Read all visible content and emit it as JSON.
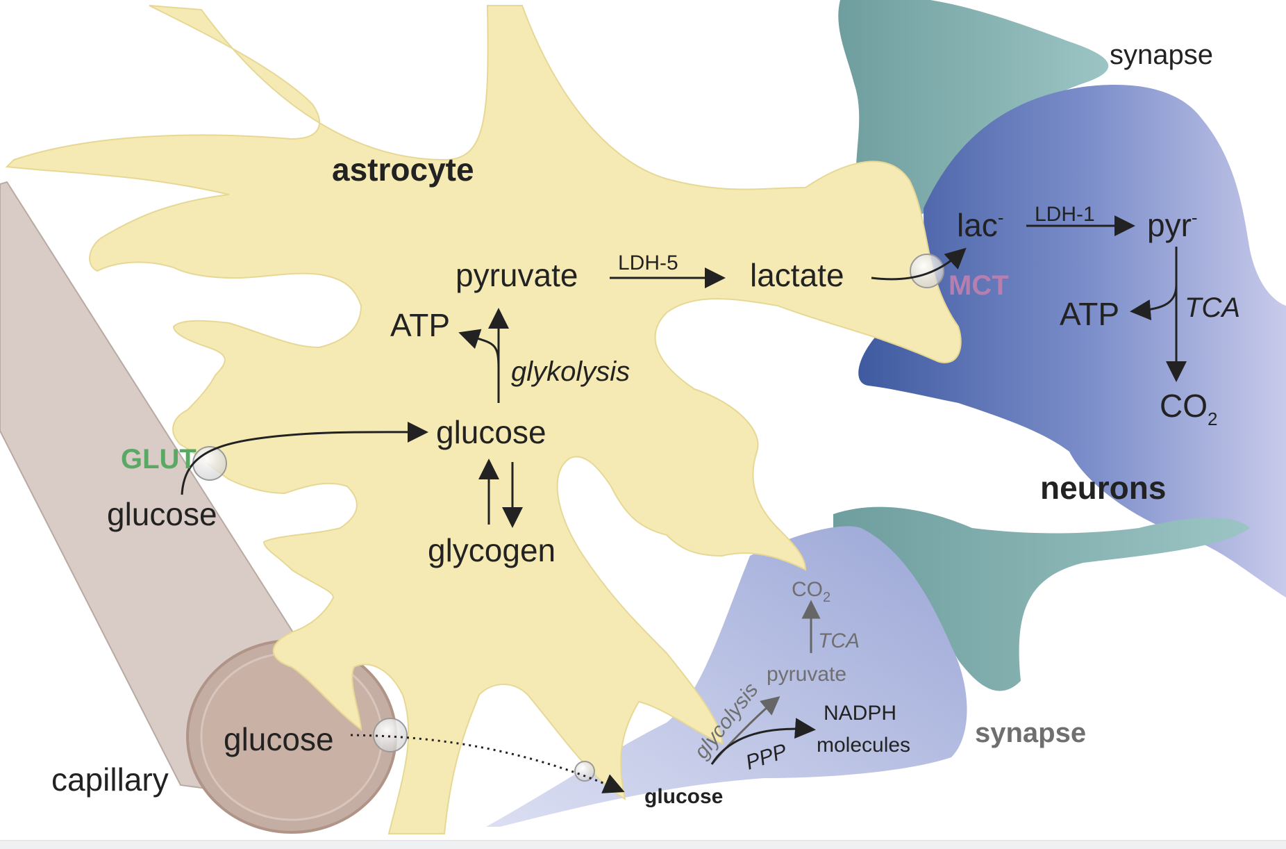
{
  "labels": {
    "astrocyte": "astrocyte",
    "synapse_top": "synapse",
    "synapse_bottom": "synapse",
    "neurons": "neurons",
    "capillary": "capillary",
    "glut": "GLUT",
    "mct": "MCT",
    "glucose_capillary": "glucose",
    "glucose_blood": "glucose",
    "glucose_astro": "glucose",
    "glycogen": "glycogen",
    "pyruvate_astro": "pyruvate",
    "atp_astro": "ATP",
    "glykolysis": "glykolysis",
    "ldh5": "LDH-5",
    "lactate": "lactate",
    "lac": "lac",
    "lac_sup": "-",
    "ldh1": "LDH-1",
    "pyr": "pyr",
    "pyr_sup": "-",
    "atp_neuron": "ATP",
    "tca_neuron": "TCA",
    "co2_neuron": "CO",
    "co2_neuron_sub": "2",
    "co2_syn": "CO",
    "co2_syn_sub": "2",
    "tca_syn": "TCA",
    "pyruvate_syn": "pyruvate",
    "glycolysis_syn": "glycolysis",
    "ppp": "PPP",
    "nadph": "NADPH",
    "molecules": "molecules",
    "glucose_syn": "glucose"
  },
  "colors": {
    "astrocyte": "#f6eab4",
    "capillary": "#d9cbc5",
    "vessel_ring": "#bfa79b",
    "neuron_dark": "#4a66a8",
    "neuron_light": "#c3c6e6",
    "synapse_teal": "#7fb2b2",
    "glut_green": "#5aa864",
    "mct_purple": "#b77fb0"
  }
}
